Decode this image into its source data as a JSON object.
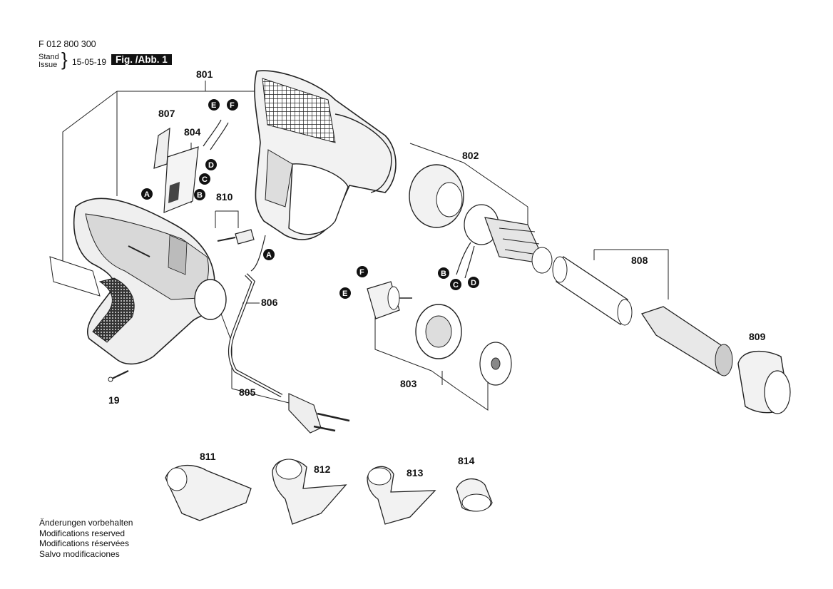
{
  "header": {
    "part_number": "F 012 800 300",
    "stand": "Stand",
    "issue": "Issue",
    "date": "15-05-19",
    "figure": "Fig. /Abb. 1"
  },
  "parts": {
    "p801": "801",
    "p802": "802",
    "p803": "803",
    "p804": "804",
    "p805": "805",
    "p806": "806",
    "p807": "807",
    "p808": "808",
    "p809": "809",
    "p810": "810",
    "p811": "811",
    "p812": "812",
    "p813": "813",
    "p814": "814",
    "p19": "19"
  },
  "connectors": {
    "A": "A",
    "B": "B",
    "C": "C",
    "D": "D",
    "E": "E",
    "F": "F"
  },
  "notes": [
    "Änderungen vorbehalten",
    "Modifications reserved",
    "Modifications réservées",
    "Salvo modificaciones"
  ],
  "colors": {
    "ink": "#111111",
    "paper": "#ffffff",
    "shade": "#d8d8d8",
    "dark": "#555555"
  }
}
